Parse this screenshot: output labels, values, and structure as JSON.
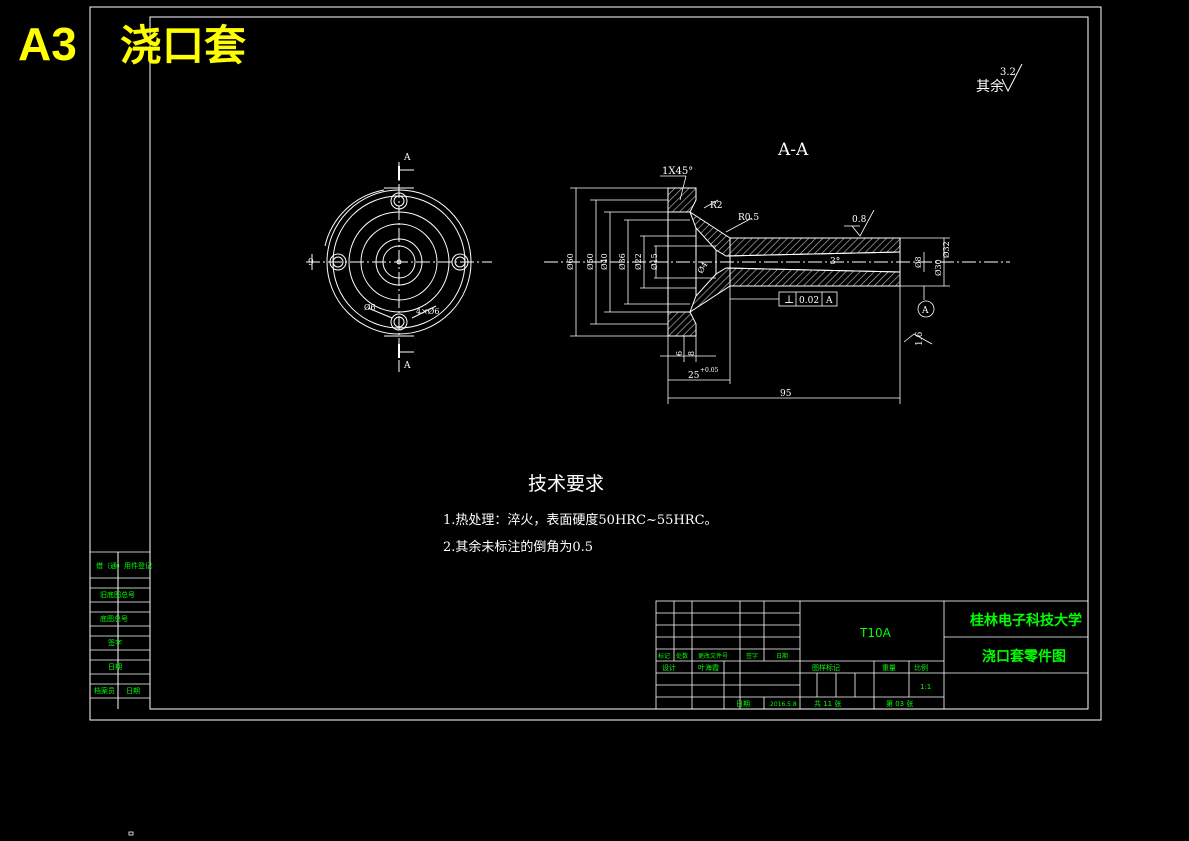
{
  "header": {
    "sheet_size": "A3",
    "title": "浇口套"
  },
  "surface": {
    "label": "其余",
    "value": "3.2",
    "inner_value": "0.8",
    "datum_value": "1.6"
  },
  "section_label": "A-A",
  "front_view": {
    "section_letter_top": "A",
    "section_letter_bottom": "A",
    "dim_left": "9",
    "dim_hole_small": "Ø6",
    "dim_holes": "4×Ø6"
  },
  "section_view": {
    "chamfer": "1X45°",
    "radius_r2": "R2",
    "dim_r0_5": "R0.5",
    "dims_vertical": [
      "Ø60",
      "Ø50",
      "Ø40",
      "Ø36",
      "Ø22",
      "Ø15"
    ],
    "dim_inner_left": "Ø4",
    "dim_3deg": "3°",
    "dim_right_1": "Ø8",
    "dim_right_2": "Ø30",
    "dim_right_3": "Ø32",
    "tolerance_symbol": "⊥",
    "tolerance_value": "0.02",
    "tolerance_datum": "A",
    "datum_marker": "A",
    "dim_bottom_1": "6",
    "dim_bottom_2": "8",
    "dim_25": "25",
    "dim_25_tol": "+0.05",
    "dim_95": "95"
  },
  "tech_requirements": {
    "heading": "技术要求",
    "items": [
      "1.热处理：淬火，表面硬度50HRC~55HRC。",
      "2.其余未标注的倒角为0.5"
    ]
  },
  "left_strip": {
    "cells": [
      "借（通）用件登记",
      "旧底图总号",
      "底图总号",
      "签字",
      "日期",
      "档案员",
      "日期"
    ]
  },
  "title_block": {
    "material": "T10A",
    "school": "桂林电子科技大学",
    "drawing_name": "浇口套零件图",
    "rev_headers": [
      "标记",
      "处数",
      "更改文件号",
      "签字",
      "日期"
    ],
    "design_label": "设计",
    "designer": "叶海霞",
    "stage_headers": [
      "图样标记",
      "重量",
      "比例"
    ],
    "scale": "1:1",
    "date_label": "日期",
    "date_value": "2016.5.8",
    "total_label": "共 11 张",
    "sheet_label": "第 03 张"
  },
  "colors": {
    "line": "#ffffff",
    "text_green": "#00ff00",
    "hatch": "#c5c5c5",
    "title_yellow": "#ffff00"
  }
}
